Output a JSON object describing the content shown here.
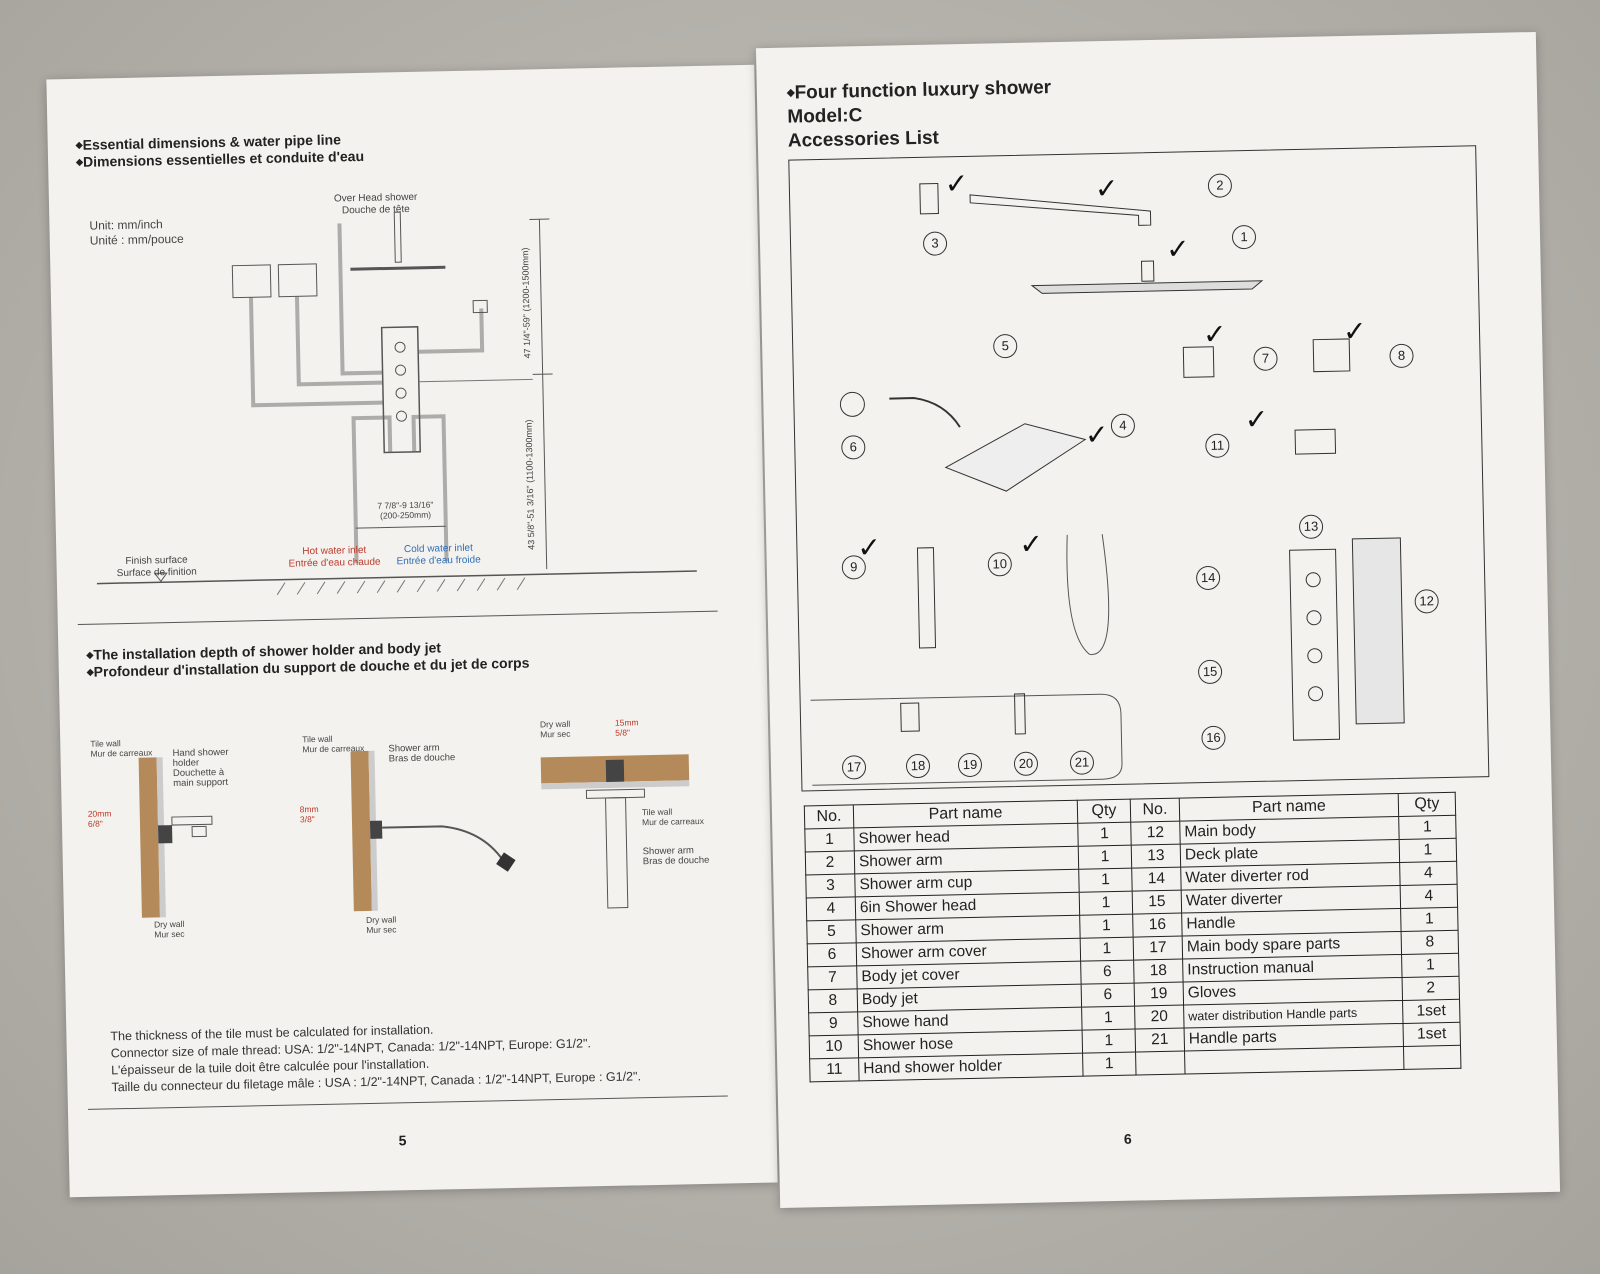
{
  "left": {
    "heading1": [
      "Essential dimensions & water pipe line",
      "Dimensions essentielles et conduite d'eau"
    ],
    "unit": [
      "Unit: mm/inch",
      "Unité : mm/pouce"
    ],
    "overhead": [
      "Over Head shower",
      "Douche de tête"
    ],
    "dim_upper": [
      "47 1/4\"-59\"",
      "(1200-1500mm)"
    ],
    "dim_lower": [
      "43 5/8\"-51 3/16\"",
      "(1100-1300mm)"
    ],
    "dim_width": [
      "7 7/8\"-9 13/16\"",
      "(200-250mm)"
    ],
    "finish": [
      "Finish surface",
      "Surface de finition"
    ],
    "hot": [
      "Hot water inlet",
      "Entrée d'eau chaude"
    ],
    "cold": [
      "Cold water inlet",
      "Entrée d'eau froide"
    ],
    "heading2": [
      "The installation depth of shower holder and body jet",
      "Profondeur d'installation du support de douche et du jet de corps"
    ],
    "fig1": {
      "tile": [
        "Tile wall",
        "Mur de carreaux"
      ],
      "holder": [
        "Hand shower",
        "holder",
        "Douchette à",
        "main support"
      ],
      "depth": [
        "20mm",
        "6/8\""
      ],
      "dry": [
        "Dry wall",
        "Mur sec"
      ]
    },
    "fig2": {
      "tile": [
        "Tile wall",
        "Mur de carreaux"
      ],
      "arm": [
        "Shower arm",
        "Bras de douche"
      ],
      "depth": [
        "8mm",
        "3/8\""
      ],
      "dry": [
        "Dry wall",
        "Mur sec"
      ]
    },
    "fig3": {
      "dry": [
        "Dry wall",
        "Mur sec"
      ],
      "depth": [
        "15mm",
        "5/8\""
      ],
      "tile": [
        "Tile wall",
        "Mur de carreaux"
      ],
      "arm": [
        "Shower arm",
        "Bras de douche"
      ]
    },
    "note": [
      "The thickness of the tile must be calculated for installation.",
      "Connector size of male thread: USA: 1/2\"-14NPT, Canada: 1/2\"-14NPT, Europe: G1/2\".",
      "L'épaisseur de la tuile doit être calculée pour l'installation.",
      "Taille du connecteur du filetage mâle : USA : 1/2\"-14NPT, Canada : 1/2\"-14NPT, Europe : G1/2\"."
    ],
    "page_number": "5"
  },
  "right": {
    "title": "Four function luxury shower",
    "model": "Model:C",
    "subtitle": "Accessories List",
    "callouts": [
      "1",
      "2",
      "3",
      "4",
      "5",
      "6",
      "7",
      "8",
      "9",
      "10",
      "11",
      "12",
      "13",
      "14",
      "15",
      "16",
      "17",
      "18",
      "19",
      "20",
      "21"
    ],
    "table": {
      "headers": [
        "No.",
        "Part name",
        "Qty",
        "No.",
        "Part name",
        "Qty"
      ],
      "rows": [
        [
          "1",
          "Shower head",
          "1",
          "12",
          "Main body",
          "1"
        ],
        [
          "2",
          "Shower arm",
          "1",
          "13",
          "Deck plate",
          "1"
        ],
        [
          "3",
          "Shower arm cup",
          "1",
          "14",
          "Water diverter rod",
          "4"
        ],
        [
          "4",
          "6in Shower head",
          "1",
          "15",
          "Water diverter",
          "4"
        ],
        [
          "5",
          "Shower arm",
          "1",
          "16",
          "Handle",
          "1"
        ],
        [
          "6",
          "Shower arm cover",
          "1",
          "17",
          "Main body spare parts",
          "8"
        ],
        [
          "7",
          "Body jet cover",
          "6",
          "18",
          "Instruction manual",
          "1"
        ],
        [
          "8",
          "Body jet",
          "6",
          "19",
          "Gloves",
          "2"
        ],
        [
          "9",
          "Showe hand",
          "1",
          "20",
          "water distribution Handle parts",
          "1set"
        ],
        [
          "10",
          "Shower hose",
          "1",
          "21",
          "Handle parts",
          "1set"
        ],
        [
          "11",
          "Hand shower holder",
          "1",
          "",
          "",
          ""
        ]
      ]
    },
    "page_number": "6"
  }
}
